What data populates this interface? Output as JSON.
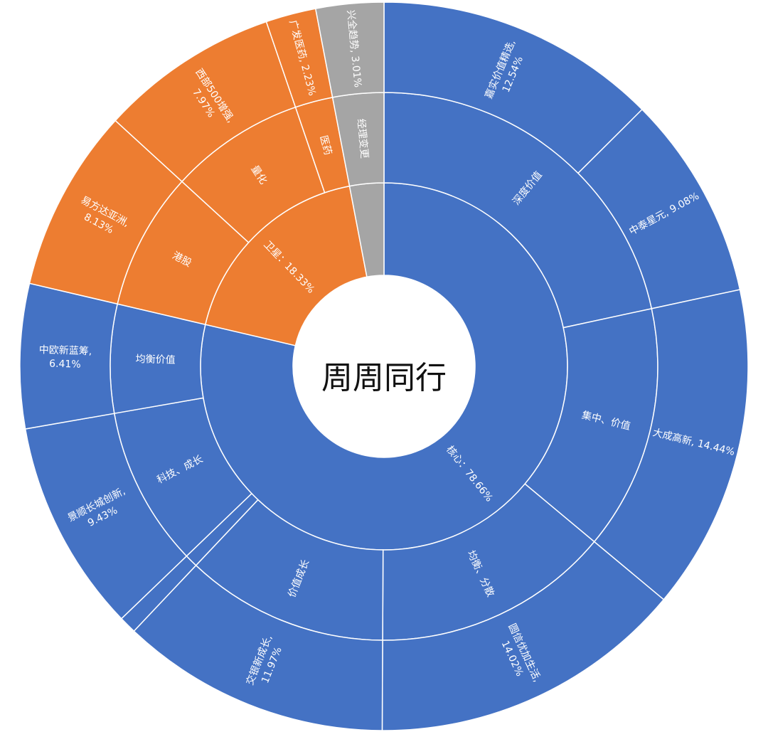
{
  "title": "周周同行",
  "colors": {
    "core": "#4472C4",
    "satellite": "#ED7D31",
    "manager_change": "#A5A5A5",
    "separator": "#ffffff"
  },
  "chart_data": {
    "type": "sunburst",
    "center_label": "周周同行",
    "rings": {
      "inner": [
        {
          "label": "核心：78.66%",
          "value": 78.66,
          "color_key": "core"
        },
        {
          "label": "卫星：18.33%",
          "value": 18.33,
          "color_key": "satellite"
        },
        {
          "label": "",
          "value": 3.01,
          "color_key": "manager_change"
        }
      ],
      "middle": [
        {
          "label": "深度价值",
          "value": 21.62,
          "color_key": "core"
        },
        {
          "label": "集中、价值",
          "value": 14.44,
          "color_key": "core"
        },
        {
          "label": "均衡、分散",
          "value": 14.02,
          "color_key": "core"
        },
        {
          "label": "价值成长",
          "value": 11.97,
          "color_key": "core"
        },
        {
          "label": "",
          "value": 0.77,
          "color_key": "core"
        },
        {
          "label": "科技、成长",
          "value": 9.43,
          "color_key": "core"
        },
        {
          "label": "均衡价值",
          "value": 6.41,
          "color_key": "core"
        },
        {
          "label": "港股",
          "value": 8.13,
          "color_key": "satellite"
        },
        {
          "label": "量化",
          "value": 7.97,
          "color_key": "satellite"
        },
        {
          "label": "医药",
          "value": 2.23,
          "color_key": "satellite"
        },
        {
          "label": "经理变更",
          "value": 3.01,
          "color_key": "manager_change"
        }
      ],
      "outer": [
        {
          "label": "嘉实价值精选,",
          "pct": "12.54%",
          "value": 12.54,
          "color_key": "core"
        },
        {
          "label": "中泰星元, 9.08%",
          "pct": "",
          "value": 9.08,
          "color_key": "core"
        },
        {
          "label": "大成高新, 14.44%",
          "pct": "",
          "value": 14.44,
          "color_key": "core"
        },
        {
          "label": "圆信优加生活,",
          "pct": "14.02%",
          "value": 14.02,
          "color_key": "core"
        },
        {
          "label": "交银新成长,",
          "pct": "11.97%",
          "value": 11.97,
          "color_key": "core"
        },
        {
          "label": "",
          "pct": "",
          "value": 0.77,
          "color_key": "core"
        },
        {
          "label": "景顺长城创新,",
          "pct": "9.43%",
          "value": 9.43,
          "color_key": "core"
        },
        {
          "label": "中欧新蓝筹,",
          "pct": "6.41%",
          "value": 6.41,
          "color_key": "core"
        },
        {
          "label": "易方达亚洲,",
          "pct": "8.13%",
          "value": 8.13,
          "color_key": "satellite"
        },
        {
          "label": "西部500增强,",
          "pct": "7.97%",
          "value": 7.97,
          "color_key": "satellite"
        },
        {
          "label": "广发医药, 2.23%",
          "pct": "",
          "value": 2.23,
          "color_key": "satellite"
        },
        {
          "label": "兴全趋势, 3.01%",
          "pct": "",
          "value": 3.01,
          "color_key": "manager_change"
        }
      ]
    }
  }
}
